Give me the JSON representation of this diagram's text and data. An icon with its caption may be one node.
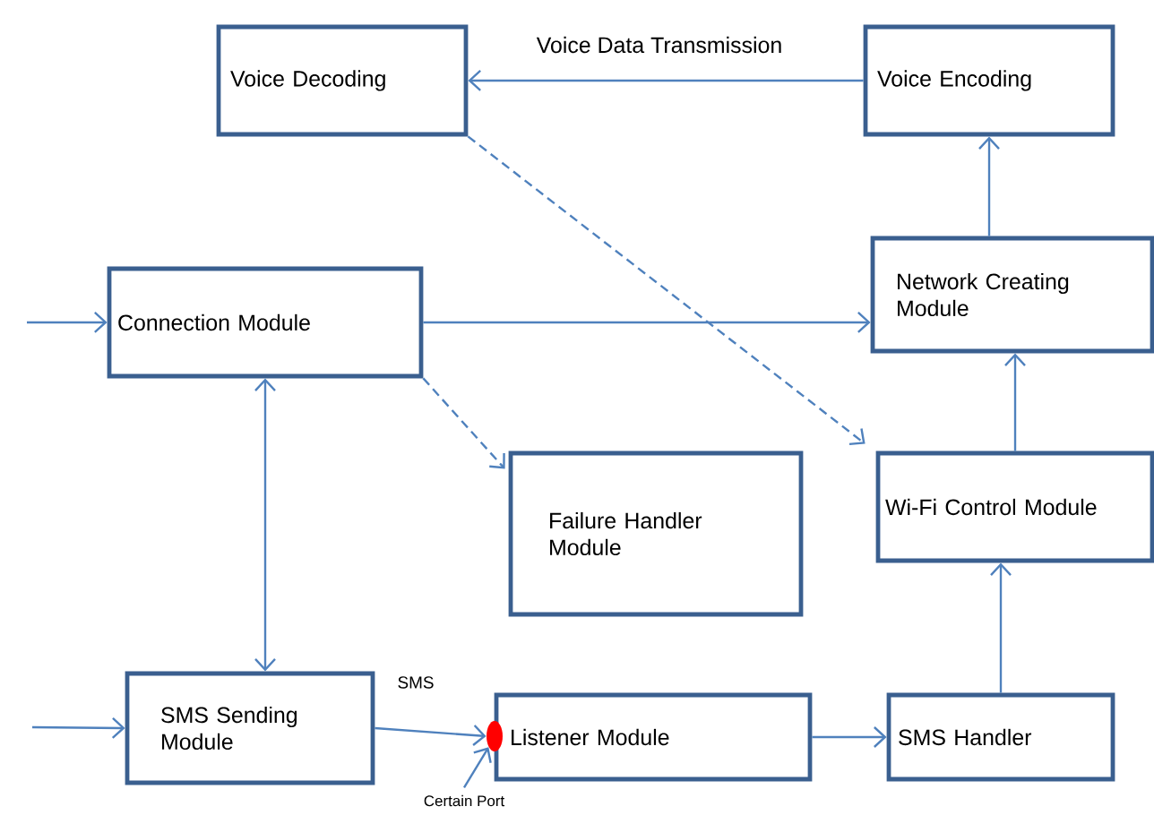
{
  "diagram": {
    "nodes": [
      {
        "text": [
          "Voice Decoding"
        ]
      },
      {
        "text": [
          "Voice Encoding"
        ]
      },
      {
        "text": [
          "Connection Module"
        ]
      },
      {
        "text": [
          "Network Creating Module"
        ]
      },
      {
        "text": [
          "Failure Handler Module"
        ]
      },
      {
        "text": [
          "Wi-Fi Control Module"
        ]
      },
      {
        "text": [
          "SMS Sending Module"
        ]
      },
      {
        "text": [
          "Listener Module"
        ]
      },
      {
        "text": [
          "SMS Handler"
        ]
      },
      {
        "text": [],
        "shape": "circle"
      },
      {
        "text": [
          "Certain Port"
        ]
      }
    ],
    "edges": [
      {
        "from": 1,
        "to": 0,
        "arrow": "to",
        "label": "Voice Data Transmission"
      },
      {
        "from": 0,
        "to": 5,
        "arrow": "to",
        "style": "dashed"
      },
      {
        "from": null,
        "to": 2,
        "arrow": "to"
      },
      {
        "from": 2,
        "to": 3,
        "arrow": "to"
      },
      {
        "from": 3,
        "to": 1,
        "arrow": "to"
      },
      {
        "from": 2,
        "to": 4,
        "arrow": "to",
        "style": "dashed"
      },
      {
        "from": 2,
        "to": 6,
        "arrow": "both"
      },
      {
        "from": 5,
        "to": 3,
        "arrow": "to"
      },
      {
        "from": 8,
        "to": 5,
        "arrow": "to"
      },
      {
        "from": null,
        "to": 6,
        "arrow": "to"
      },
      {
        "from": 6,
        "to": 9,
        "arrow": "to",
        "label": "SMS"
      },
      {
        "from": 10,
        "to": 9,
        "arrow": "to"
      },
      {
        "from": 7,
        "to": 8,
        "arrow": "to"
      }
    ]
  }
}
